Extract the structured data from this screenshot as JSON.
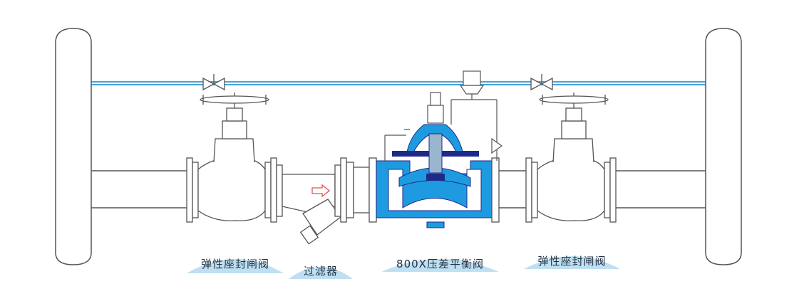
{
  "labels": {
    "gate_valve_left": "弹性座封闸阀",
    "strainer": "过滤器",
    "balance_valve": "800X压差平衡阀",
    "gate_valve_right": "弹性座封闸阀"
  },
  "colors": {
    "line": "#8a8f96",
    "pipe_blue": "#4aa3d8",
    "valve_blue": "#1e9be0",
    "valve_dark": "#1d2a8a",
    "label_wash": "#bfe0f2",
    "arrow": "#e05050"
  }
}
